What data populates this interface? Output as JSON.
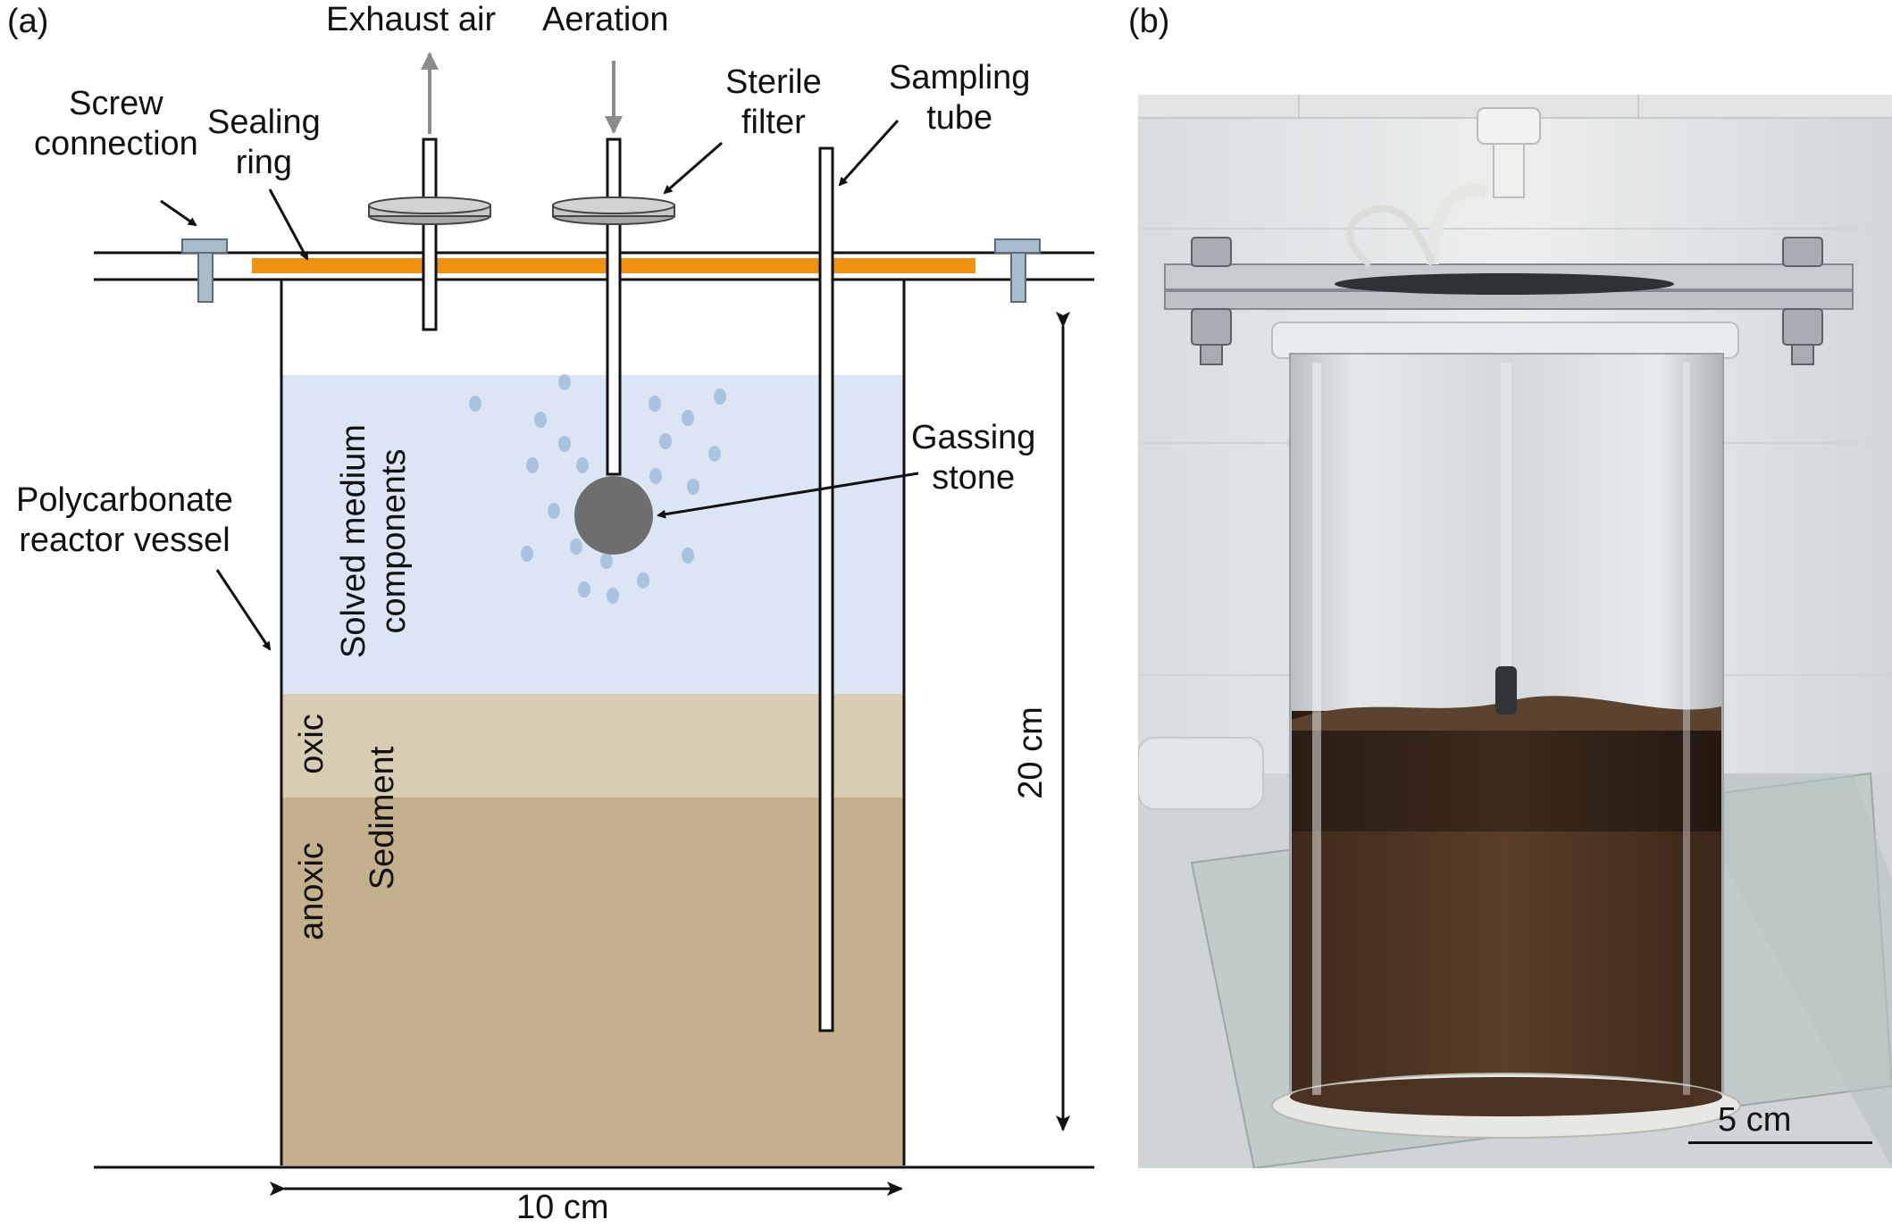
{
  "panel_a": {
    "label": "(a)",
    "exhaust_air": "Exhaust air",
    "aeration": "Aeration",
    "screw_connection": "Screw\nconnection",
    "sealing_ring": "Sealing\nring",
    "sterile_filter": "Sterile\nfilter",
    "sampling_tube": "Sampling\ntube",
    "gassing_stone": "Gassing\nstone",
    "reactor_vessel": "Polycarbonate\nreactor vessel",
    "solved_medium": "Solved medium\ncomponents",
    "oxic": "oxic",
    "anoxic": "anoxic",
    "sediment": "Sediment",
    "height": "20 cm",
    "width": "10 cm"
  },
  "panel_b": {
    "label": "(b)",
    "scale_bar": "5 cm"
  },
  "colors": {
    "sealing_ring": "#f0920f",
    "water": "#dbe5f4",
    "oxic_sediment": "#d8cdb2",
    "anoxic_sediment": "#c3b08c",
    "bubble": "#a9c2dd",
    "gassing_stone": "#6e6e6e",
    "bolt": "#a9bccc",
    "arrow_grey": "#8c8c8c"
  }
}
